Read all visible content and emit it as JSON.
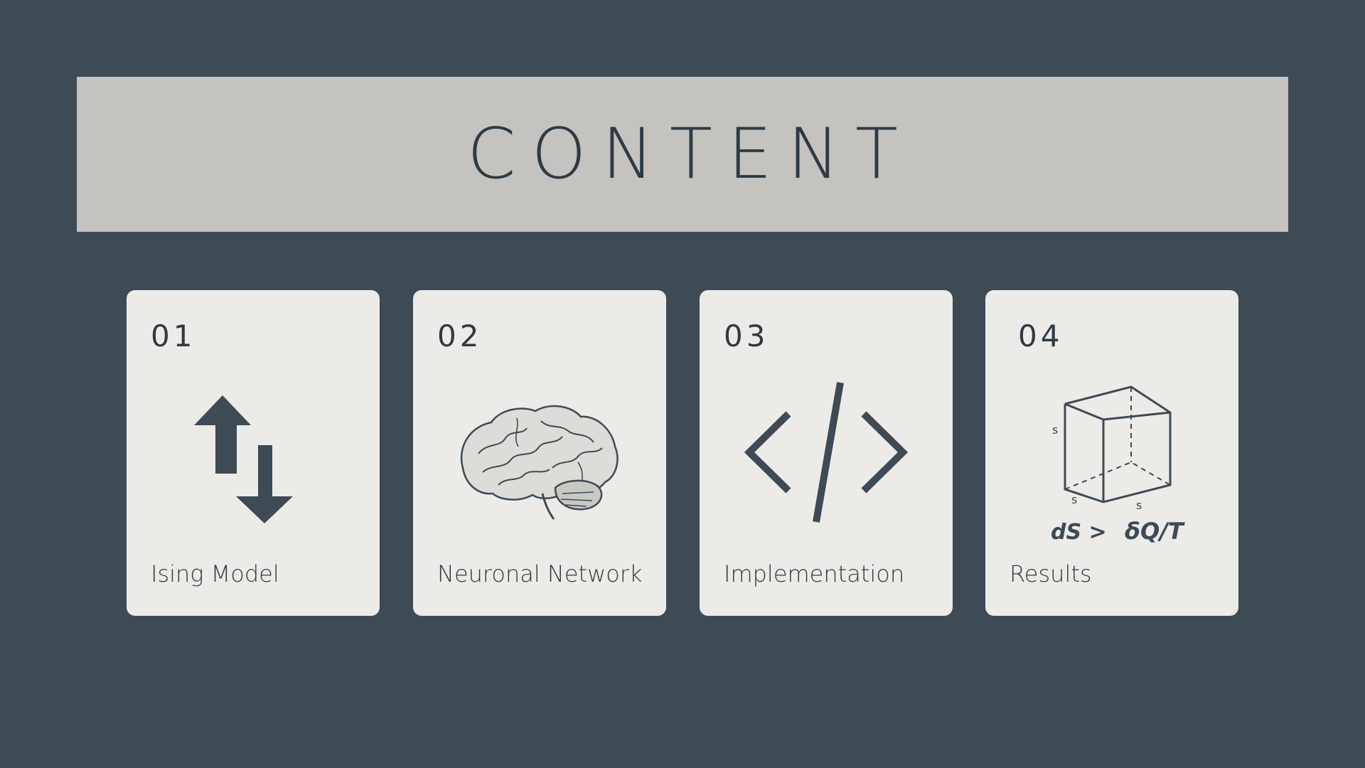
{
  "slide": {
    "title": "CONTENT",
    "colors": {
      "background": "#3e4a54",
      "banner": "#c4c3bf",
      "card": "#ecebe8",
      "ink": "#2f3a43"
    }
  },
  "cards": [
    {
      "number": "01",
      "label": "Ising Model",
      "icon": "up-down-arrows-icon"
    },
    {
      "number": "02",
      "label": "Neuronal Network",
      "icon": "brain-icon"
    },
    {
      "number": "03",
      "label": "Implementation",
      "icon": "code-brackets-icon"
    },
    {
      "number": "04",
      "label": "Results",
      "icon": "entropy-box-icon",
      "formula": {
        "lhs": "dS >",
        "rhs": "δQ/T",
        "marks": [
          "s",
          "s",
          "s"
        ]
      }
    }
  ]
}
